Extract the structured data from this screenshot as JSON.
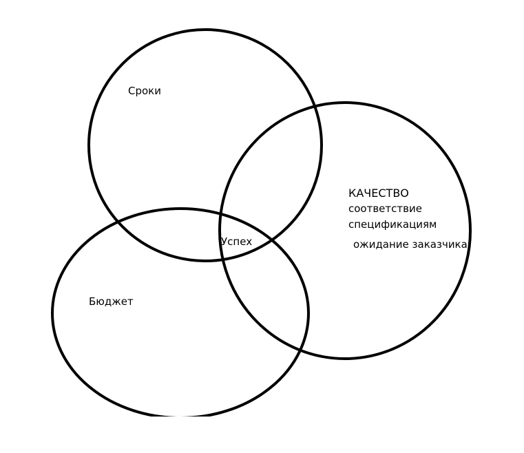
{
  "diagram": {
    "stroke_color": "#000000",
    "background_color": "#ffffff",
    "circles": [
      {
        "id": "deadlines",
        "label": "Сроки"
      },
      {
        "id": "budget",
        "label": "Бюджет"
      },
      {
        "id": "quality",
        "label": "КАЧЕСТВО",
        "lines": [
          "соответствие",
          "спецификациям",
          "ожидание заказчика"
        ]
      }
    ],
    "center_label": "Успех"
  }
}
